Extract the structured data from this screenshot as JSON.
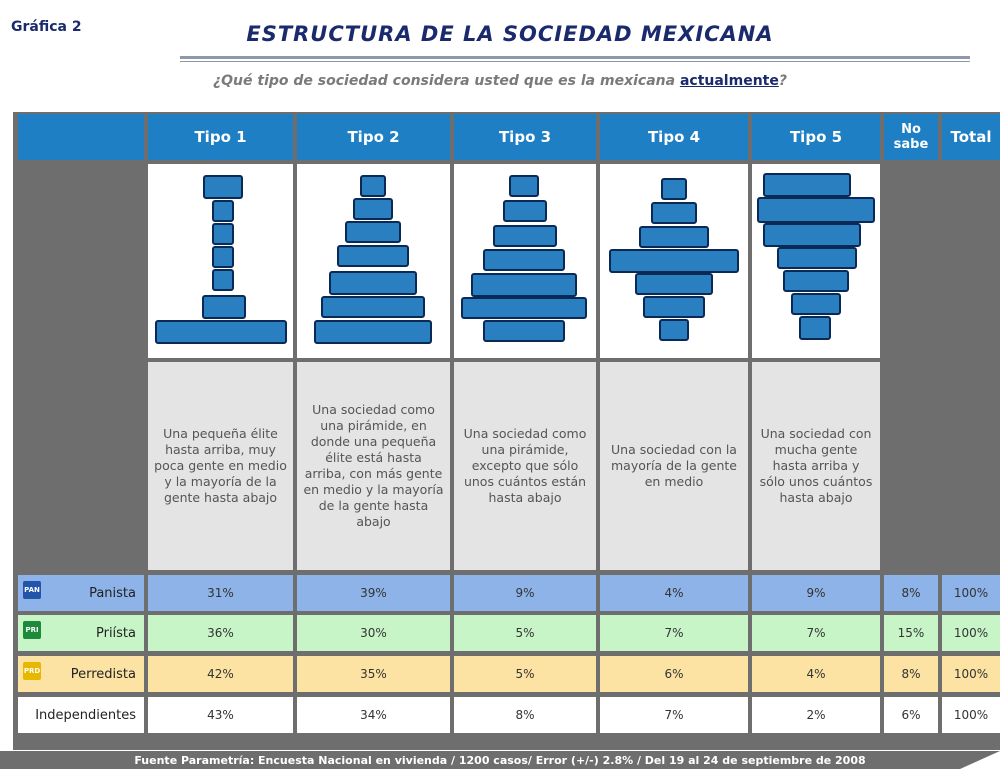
{
  "header": {
    "grafica_label": "Gráfica 2",
    "title": "ESTRUCTURA DE LA SOCIEDAD MEXICANA",
    "question_pre": "¿Qué tipo de sociedad considera usted que es la mexicana ",
    "question_emph": "actualmente",
    "question_post": "?"
  },
  "columns": [
    {
      "label": "Tipo 1",
      "description": "Una pequeña élite hasta arriba, muy poca gente en medio y la mayoría de la gente hasta abajo"
    },
    {
      "label": "Tipo 2",
      "description": "Una sociedad como una pirámide, en donde una pequeña élite está hasta arriba, con más gente en medio y la mayoría de la gente hasta abajo"
    },
    {
      "label": "Tipo 3",
      "description": "Una sociedad como una pirámide, excepto que sólo unos cuántos están hasta abajo"
    },
    {
      "label": "Tipo 4",
      "description": "Una sociedad con la mayoría de la gente en medio"
    },
    {
      "label": "Tipo 5",
      "description": "Una sociedad con mucha gente hasta arriba y sólo unos cuántos hasta abajo"
    },
    {
      "label_line1": "No",
      "label_line2": "sabe"
    },
    {
      "label": "Total"
    }
  ],
  "rows": [
    {
      "label": "Panista",
      "logo": "PAN",
      "values": [
        "31%",
        "39%",
        "9%",
        "4%",
        "9%",
        "8%",
        "100%"
      ],
      "color": "#8db3e8"
    },
    {
      "label": "Priísta",
      "logo": "PRI",
      "values": [
        "36%",
        "30%",
        "5%",
        "7%",
        "7%",
        "15%",
        "100%"
      ],
      "color": "#c8f5c8"
    },
    {
      "label": "Perredista",
      "logo": "PRD",
      "values": [
        "42%",
        "35%",
        "5%",
        "6%",
        "4%",
        "8%",
        "100%"
      ],
      "color": "#fde3a3"
    },
    {
      "label": "Independientes",
      "logo": "",
      "values": [
        "43%",
        "34%",
        "8%",
        "7%",
        "2%",
        "6%",
        "100%"
      ],
      "color": "#ffffff"
    }
  ],
  "footer": {
    "source": "Fuente Parametría: Encuesta Nacional en vivienda / 1200 casos/ Error (+/-) 2.8% / Del 19 al 24 de septiembre de 2008"
  },
  "colors": {
    "header_blue": "#1e7fc4",
    "shape_blue": "#2a7fc0",
    "shape_border": "#0a2a55",
    "frame_gray": "#6e6e6e"
  },
  "chart_data": {
    "type": "table",
    "title": "ESTRUCTURA DE LA SOCIEDAD MEXICANA",
    "categories": [
      "Tipo 1",
      "Tipo 2",
      "Tipo 3",
      "Tipo 4",
      "Tipo 5",
      "No sabe",
      "Total"
    ],
    "series": [
      {
        "name": "Panista",
        "values": [
          31,
          39,
          9,
          4,
          9,
          8,
          100
        ]
      },
      {
        "name": "Priísta",
        "values": [
          36,
          30,
          5,
          7,
          7,
          15,
          100
        ]
      },
      {
        "name": "Perredista",
        "values": [
          42,
          35,
          5,
          6,
          4,
          8,
          100
        ]
      },
      {
        "name": "Independientes",
        "values": [
          43,
          34,
          8,
          7,
          2,
          6,
          100
        ]
      }
    ]
  }
}
